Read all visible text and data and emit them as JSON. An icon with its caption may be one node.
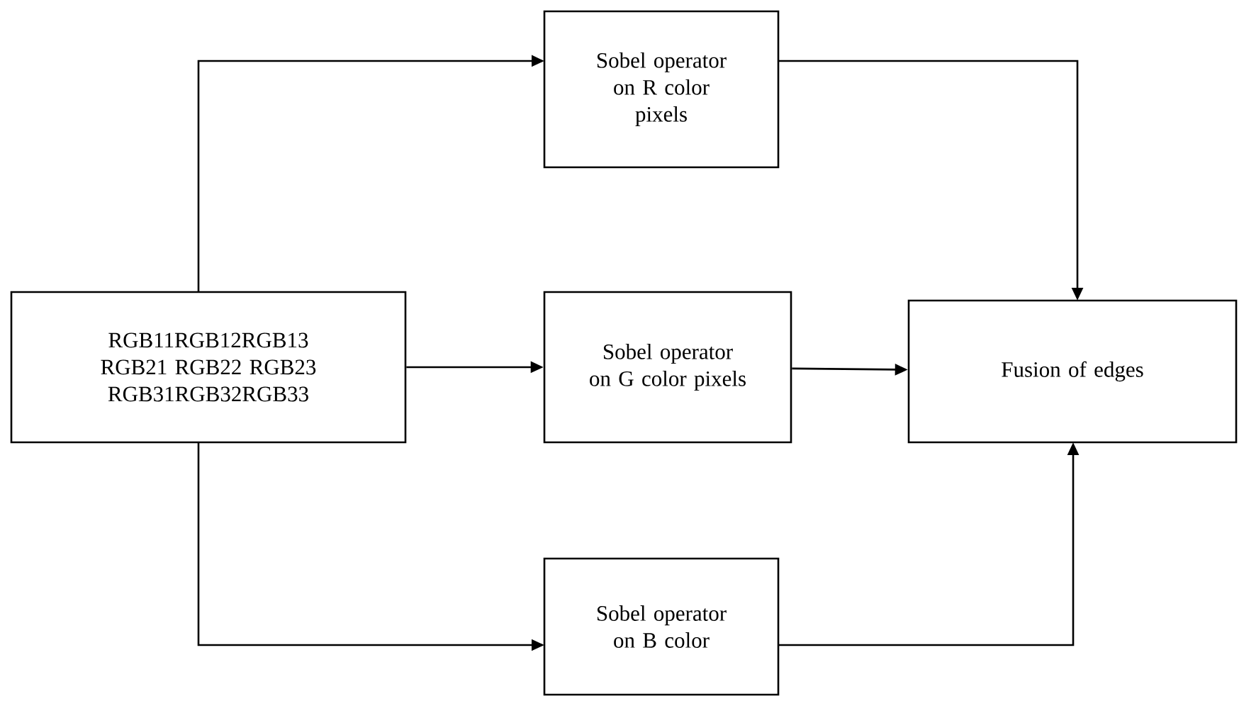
{
  "diagram": {
    "nodes": [
      {
        "text": [
          "RGB11RGB12RGB13 RGB21 RGB22 RGB23 RGB31RGB32RGB33"
        ]
      },
      {
        "text": [
          "Sobel operator on R color pixels"
        ]
      },
      {
        "text": [
          "Sobel operator on G color pixels"
        ]
      },
      {
        "text": [
          "Sobel operator on B color"
        ]
      },
      {
        "text": [
          "Fusion of edges"
        ]
      }
    ],
    "edges": [
      {
        "from": 0,
        "to": 1,
        "arrow": "to"
      },
      {
        "from": 0,
        "to": 2,
        "arrow": "to"
      },
      {
        "from": 0,
        "to": 3,
        "arrow": "to"
      },
      {
        "from": 1,
        "to": 4,
        "arrow": "to"
      },
      {
        "from": 2,
        "to": 4,
        "arrow": "to"
      },
      {
        "from": 3,
        "to": 4,
        "arrow": "to"
      }
    ]
  }
}
